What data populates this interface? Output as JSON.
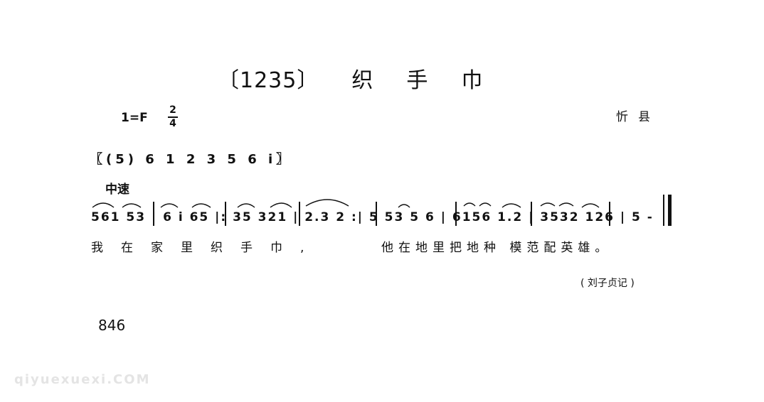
{
  "title": {
    "number": "〔1235〕",
    "chars": [
      "织",
      "手",
      "巾"
    ]
  },
  "key_signature": "1=F",
  "time_signature": {
    "numerator": "2",
    "denominator": "4"
  },
  "region": "忻县",
  "intro": "〖(5) 6 1 2 3 5 6 i〗",
  "tempo": "中速",
  "notes_line": "561 53 | 6 i 65 |: 35 321 | 2.3 2 :| 5 53 5 6 | 6156 1.2 | 3532 126 | 5 -",
  "lyrics_part1": "我在家里织手巾,",
  "lyrics_part2": "他在地里把地种 模范配英雄。",
  "credit": "( 刘子贞记 )",
  "page_number": "846",
  "watermark": "qiyuexuexi.COM"
}
